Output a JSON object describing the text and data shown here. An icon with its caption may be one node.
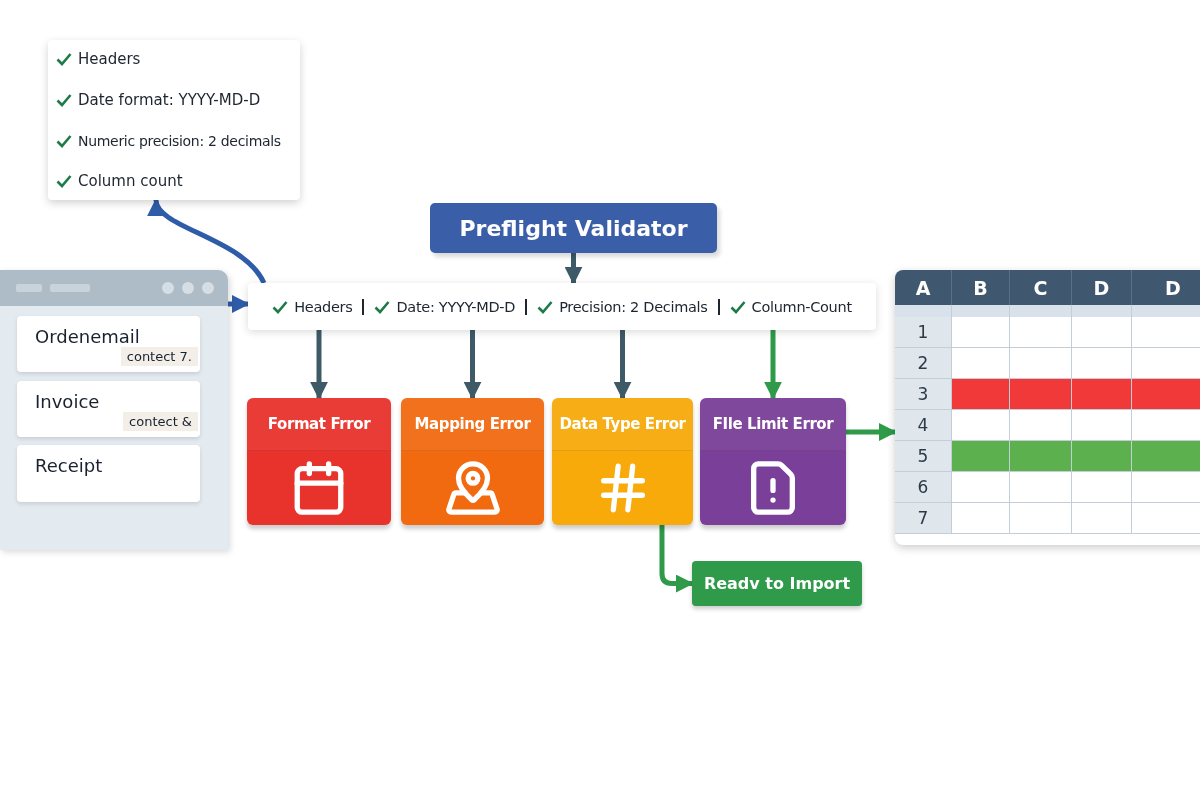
{
  "diagram": {
    "nodes": [
      {
        "text": [
          "Headers",
          "Date format: YYYY-MD-D",
          "Numeric precision: 2 decimals",
          "Column count"
        ]
      },
      {
        "text": [],
        "shape": "box"
      },
      {
        "text": [
          "Ordenemail",
          "contect 7."
        ],
        "in": 1
      },
      {
        "text": [
          "Invoice",
          "contect &"
        ],
        "in": 1
      },
      {
        "text": [
          "Receipt"
        ],
        "in": 1
      },
      {
        "text": [
          "Preflight Validator"
        ]
      },
      {
        "text": [
          "Headers",
          "Date: YYYY-MD-D",
          "Precision: 2 Decimals",
          "Column-Count"
        ]
      },
      {
        "text": [
          "Format Frror"
        ]
      },
      {
        "text": [
          "Mapping Error"
        ]
      },
      {
        "text": [
          "Data Type Error"
        ]
      },
      {
        "text": [
          "FIle Limit Error"
        ]
      },
      {
        "text": [
          "Readv to Import"
        ]
      },
      {
        "text": [
          "A",
          "B",
          "C",
          "D",
          "D",
          "1",
          "2",
          "3",
          "4",
          "5",
          "6",
          "7"
        ]
      }
    ],
    "edges": [
      {
        "from": 6,
        "to": 0,
        "arrow": "to",
        "color": "#2f5ca8"
      },
      {
        "from": 1,
        "to": 6,
        "arrow": "to",
        "color": "#2f5ca8"
      },
      {
        "from": 5,
        "to": 6,
        "arrow": "to"
      },
      {
        "from": 6,
        "to": 7,
        "arrow": "to"
      },
      {
        "from": 6,
        "to": 8,
        "arrow": "to"
      },
      {
        "from": 6,
        "to": 9,
        "arrow": "to"
      },
      {
        "from": 6,
        "to": 10,
        "arrow": "to",
        "color": "#2e9a4a"
      },
      {
        "from": 10,
        "to": 12,
        "arrow": "to",
        "color": "#2e9a4a"
      },
      {
        "from": 9,
        "to": 11,
        "arrow": "to",
        "color": "#2e9a4a"
      }
    ]
  }
}
